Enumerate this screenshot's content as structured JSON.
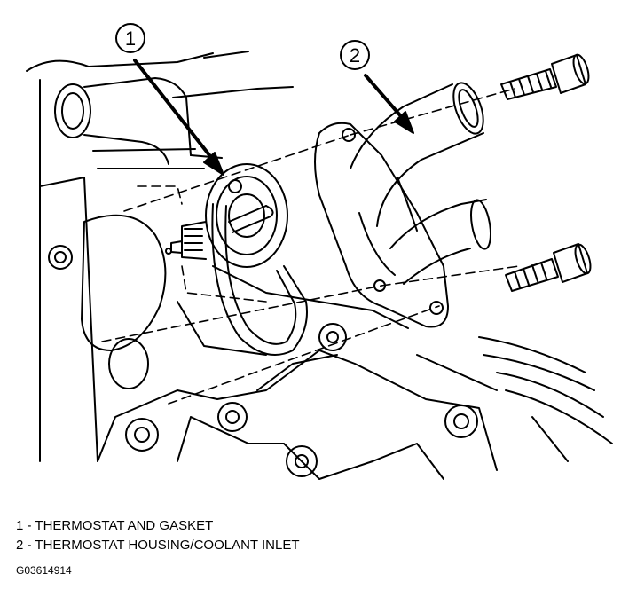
{
  "callouts": [
    {
      "number": "1"
    },
    {
      "number": "2"
    }
  ],
  "legend": [
    {
      "text": "1 - THERMOSTAT AND GASKET"
    },
    {
      "text": "2 - THERMOSTAT HOUSING/COOLANT INLET"
    }
  ],
  "figure_code": "G03614914"
}
